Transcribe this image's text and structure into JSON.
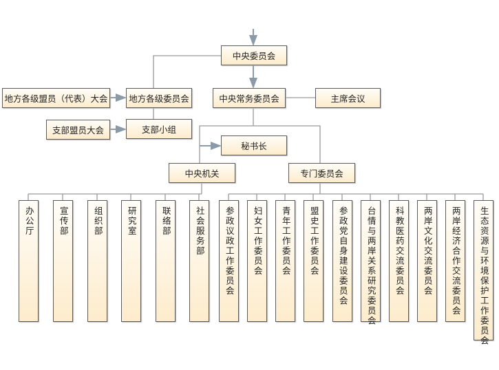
{
  "top": {
    "central_committee": "中央委员会",
    "local_congress": "地方各级盟员（代表）大会",
    "local_committee": "地方各级委员会",
    "standing_committee": "中央常务委员会",
    "chair_meeting": "主席会议",
    "branch_congress": "支部盟员大会",
    "branch_group": "支部小组",
    "secretary_general": "秘书长",
    "central_organs": "中央机关",
    "special_committees": "专门委员会"
  },
  "central_organs_items": [
    "办公厅",
    "宣传部",
    "组织部",
    "研究室",
    "联络部",
    "社会服务部"
  ],
  "special_committee_items": [
    "参政议政工作委员会",
    "妇女工作委员会",
    "青年工作委员会",
    "盟史工作委员会",
    "参政党自身建设委员会",
    "台情与两岸关系研究委员会",
    "科教医药交流委员会",
    "两岸文化交流委员会",
    "两岸经济合作交流委员会",
    "生态资源与环境保护工作委员会"
  ],
  "colors": {
    "line": "#999999",
    "border": "#5a5a5a",
    "fill_top": "#fffdf8",
    "fill_bottom": "#fdeccc"
  }
}
